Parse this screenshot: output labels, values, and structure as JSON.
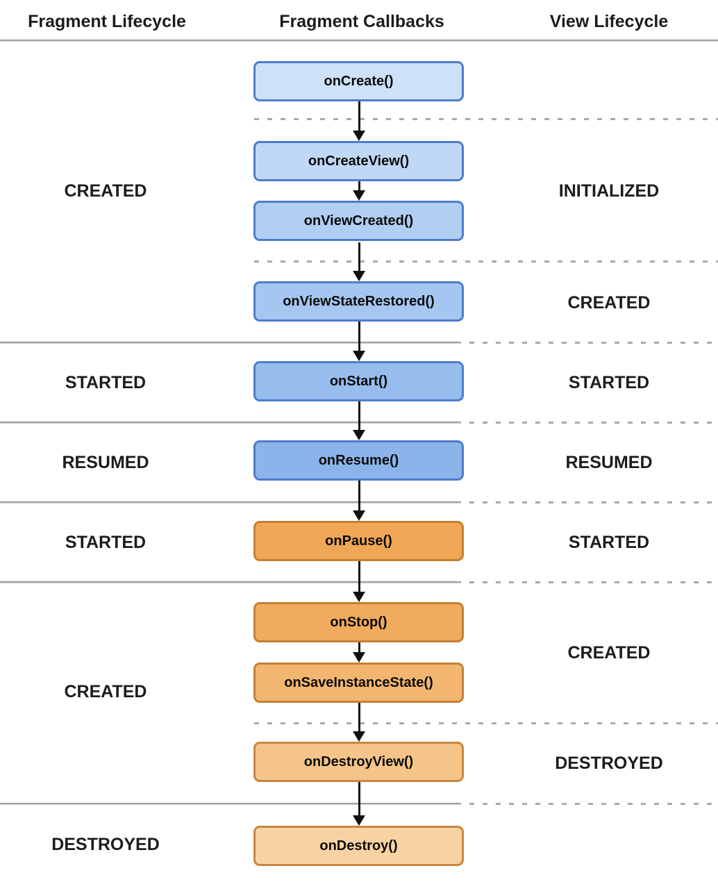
{
  "columns": {
    "fragment_lifecycle": "Fragment Lifecycle",
    "fragment_callbacks": "Fragment Callbacks",
    "view_lifecycle": "View Lifecycle"
  },
  "fragment_states": [
    {
      "label": "CREATED"
    },
    {
      "label": "STARTED"
    },
    {
      "label": "RESUMED"
    },
    {
      "label": "STARTED"
    },
    {
      "label": "CREATED"
    },
    {
      "label": "DESTROYED"
    }
  ],
  "view_states": [
    {
      "label": "INITIALIZED"
    },
    {
      "label": "CREATED"
    },
    {
      "label": "STARTED"
    },
    {
      "label": "RESUMED"
    },
    {
      "label": "STARTED"
    },
    {
      "label": "CREATED"
    },
    {
      "label": "DESTROYED"
    }
  ],
  "callbacks": {
    "boxes": [
      {
        "label": "onCreate()",
        "fill": "#cde1f8",
        "border": "#4d7ccb"
      },
      {
        "label": "onCreateView()",
        "fill": "#c0d8f5",
        "border": "#4d7ccb"
      },
      {
        "label": "onViewCreated()",
        "fill": "#b0cdf2",
        "border": "#4d7ccb"
      },
      {
        "label": "onViewStateRestored()",
        "fill": "#a5c6f0",
        "border": "#4d7ccb"
      },
      {
        "label": "onStart()",
        "fill": "#97bdee",
        "border": "#4d7ccb"
      },
      {
        "label": "onResume()",
        "fill": "#8ab4ea",
        "border": "#4d7ccb"
      },
      {
        "label": "onPause()",
        "fill": "#f0a755",
        "border": "#c28134"
      },
      {
        "label": "onStop()",
        "fill": "#f1ab5e",
        "border": "#c28134"
      },
      {
        "label": "onSaveInstanceState()",
        "fill": "#f3b671",
        "border": "#c28134"
      },
      {
        "label": "onDestroyView()",
        "fill": "#f5c489",
        "border": "#c6873f"
      },
      {
        "label": "onDestroy()",
        "fill": "#f7d3a3",
        "border": "#c6873f"
      }
    ]
  },
  "colors": {
    "blue_border": "#4d7ccb",
    "orange_border": "#c28134",
    "divider_solid": "#9e9e9e",
    "divider_dashed": "#a9a9a9",
    "arrow": "#111111",
    "text": "#1c1c1c"
  }
}
